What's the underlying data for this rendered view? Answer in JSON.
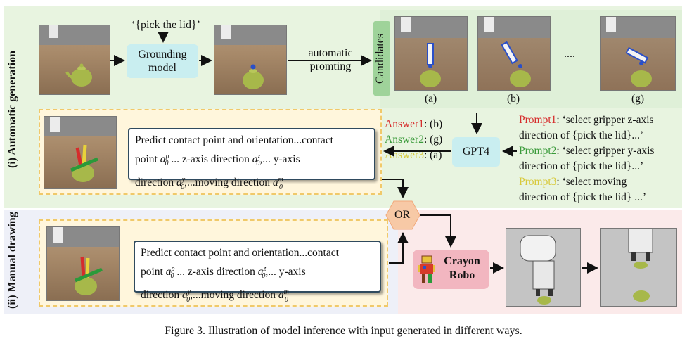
{
  "rows": {
    "auto_label": "(i) Automatic generation",
    "manual_label": "(ii) Manual drawing"
  },
  "top": {
    "query": "‘{pick the lid}’",
    "grounding_model": "Grounding model",
    "automatic_prompting": "automatic promting",
    "candidates_label": "Candidates",
    "candidate_labels": [
      "(a)",
      "(b)",
      "(g)"
    ],
    "ellipsis": "...."
  },
  "prompt_text": {
    "line1": "Predict contact point and orientation...contact",
    "line2_a": "point",
    "line2_b": "... z-axis direction",
    "line2_c": ",... y-axis",
    "line3_a": "direction",
    "line3_b": ",...moving direction"
  },
  "math": {
    "a": "a",
    "sub0": "0",
    "sup_p": "p",
    "sup_z": "z",
    "sup_y": "y",
    "sup_m": "m"
  },
  "answers": {
    "a1_label": "Answer1",
    "a1_val": ": (b)",
    "a2_label": "Answer2",
    "a2_val": ": (g)",
    "a3_label": "Answer3",
    "a3_val": ": (a)"
  },
  "gpt4": "GPT4",
  "prompts": {
    "p1_label": "Prompt1",
    "p1_line1": ": ‘select gripper z-axis",
    "p1_line2": "direction  of {pick the lid}...’",
    "p2_label": "Prompt2",
    "p2_line1": ": ‘select gripper y-axis",
    "p2_line2": "direction of {pick the lid}...’",
    "p3_label": "Prompt3",
    "p3_line1": ": ‘select moving",
    "p3_line2": "direction of {pick the lid} ...’"
  },
  "or_label": "OR",
  "crayon": {
    "line1": "Crayon",
    "line2": "Robo"
  },
  "caption": "Figure 3. Illustration of model inference with input generated in different ways.",
  "colors": {
    "auto_bg": "#e8f4e0",
    "manual_bg": "#eef0f8",
    "right_bg": "#fbeaea",
    "teal": "#c9eef0",
    "candidate_green": "#9fd39a",
    "or_orange": "#f7c9a6",
    "crayon_pink": "#f2b6c0",
    "prompt_yellow_bg": "#fff6dc"
  }
}
